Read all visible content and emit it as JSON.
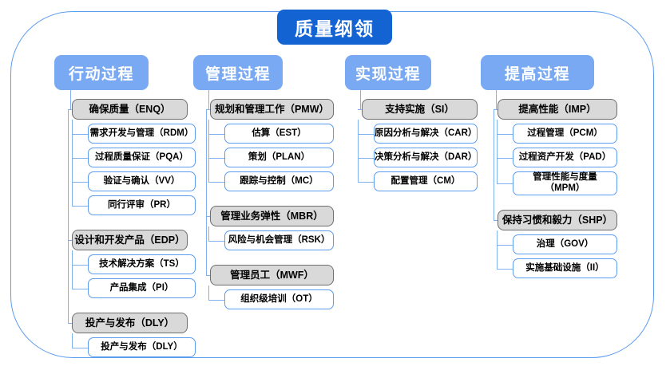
{
  "title": "质量纲领",
  "columns": [
    {
      "header": "行动过程",
      "groups": [
        {
          "label": "确保质量（ENQ）",
          "items": [
            "需求开发与管理（RDM）",
            "过程质量保证（PQA）",
            "验证与确认（VV）",
            "同行评审（PR）"
          ]
        },
        {
          "label": "设计和开发产品（EDP）",
          "items": [
            "技术解决方案（TS）",
            "产品集成（PI）"
          ]
        },
        {
          "label": "投产与发布（DLY）",
          "items": [
            "投产与发布（DLY）"
          ]
        }
      ]
    },
    {
      "header": "管理过程",
      "groups": [
        {
          "label": "规划和管理工作（PMW）",
          "items": [
            "估算（EST）",
            "策划（PLAN）",
            "跟踪与控制（MC）"
          ]
        },
        {
          "label": "管理业务弹性（MBR）",
          "items": [
            "风险与机会管理（RSK）"
          ]
        },
        {
          "label": "管理员工（MWF）",
          "items": [
            "组织级培训（OT）"
          ]
        }
      ]
    },
    {
      "header": "实现过程",
      "groups": [
        {
          "label": "支持实施（SI）",
          "items": [
            "原因分析与解决（CAR）",
            "决策分析与解决（DAR）",
            "配置管理（CM）"
          ]
        }
      ]
    },
    {
      "header": "提高过程",
      "groups": [
        {
          "label": "提高性能（IMP）",
          "items": [
            "过程管理（PCM）",
            "过程资产开发（PAD）",
            "管理性能与度量\n（MPM）"
          ]
        },
        {
          "label": "保持习惯和毅力（SHP）",
          "items": [
            "治理（GOV）",
            "实施基础设施（II）"
          ]
        }
      ]
    }
  ],
  "colors": {
    "root_fill": "#1463d2",
    "header_fill": "#78a9f2",
    "group_fill": "#d9d9d9",
    "group_border": "#6e6e6e",
    "leaf_border": "#5b9bf0",
    "frame_border": "#5b9bf0",
    "connector": "#7fb0ef"
  }
}
